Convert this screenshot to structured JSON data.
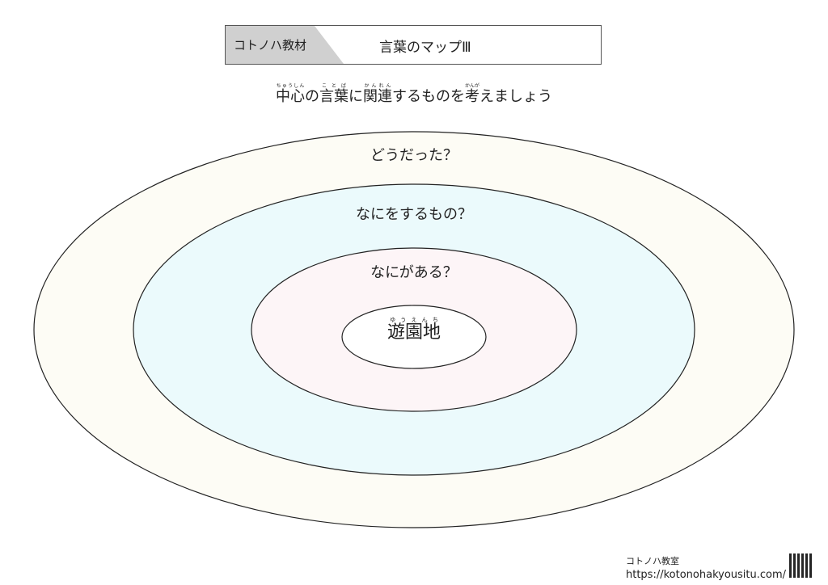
{
  "header": {
    "brand": "コトノハ教材",
    "title": "言葉のマップⅢ"
  },
  "instruction": {
    "parts": [
      {
        "base": "中心",
        "rt": "ちゅうしん"
      },
      {
        "text": "の"
      },
      {
        "base": "言葉",
        "rt": "ことば"
      },
      {
        "text": "に"
      },
      {
        "base": "関連",
        "rt": "かんれん"
      },
      {
        "text": "するものを"
      },
      {
        "base": "考",
        "rt": "かんが"
      },
      {
        "text": "えましょう"
      }
    ]
  },
  "rings": [
    {
      "label": "どうだった？",
      "fill": "#fdfcf5"
    },
    {
      "label": "なにをするもの？",
      "fill": "#ebfafc"
    },
    {
      "label": "なにがある？",
      "fill": "#fdf5f7"
    }
  ],
  "center": {
    "word": "遊園地",
    "reading": "ゆうえんち",
    "fill": "#ffffff"
  },
  "footer": {
    "name": "コトノハ教室",
    "url": "https://kotonohakyousitu.com/"
  }
}
